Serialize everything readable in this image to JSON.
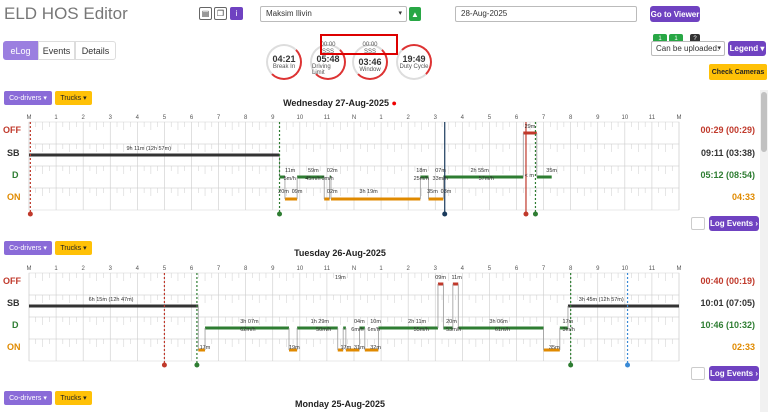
{
  "app_title": "ELD HOS Editor",
  "driver_select": "Maksim Ilivin",
  "date_value": "28-Aug-2025",
  "go_to_viewer": "Go to Viewer",
  "tabs": [
    "eLog",
    "Events",
    "Details"
  ],
  "gauges": [
    {
      "value": "04:21",
      "label": "Break In"
    },
    {
      "value": "05:48",
      "label": "Driving Limit",
      "top": "00:00",
      "sub": "SSS"
    },
    {
      "value": "03:46",
      "label": "Window",
      "top": "00:00",
      "sub": "SSS"
    },
    {
      "value": "19:49",
      "label": "Duty Cycle"
    }
  ],
  "badges": [
    "1",
    "1",
    "?"
  ],
  "can_be_uploaded": "Can be uploaded:",
  "legend_btn": "Legend",
  "check_cameras": "Check Cameras",
  "codrivers_label": "Co-drivers",
  "trucks_label": "Trucks",
  "log_events_label": "Log Events",
  "row_labels": [
    "OFF",
    "SB",
    "D",
    "ON"
  ],
  "hour_labels": [
    "M",
    "1",
    "2",
    "3",
    "4",
    "5",
    "6",
    "7",
    "8",
    "9",
    "10",
    "11",
    "N",
    "1",
    "2",
    "3",
    "4",
    "5",
    "6",
    "7",
    "8",
    "9",
    "10",
    "11",
    "M"
  ],
  "days": [
    {
      "title": "Wednesday 27-Aug-2025",
      "totals": [
        "00:29 (00:29)",
        "09:11 (03:38)",
        "05:12 (08:54)",
        "04:33"
      ],
      "seg_labels": [
        "9h 11m (12h 57m)",
        "11m",
        "59m",
        "02m",
        "5m/h",
        "45m/h",
        "0m/h",
        "20m",
        "09m",
        "02m",
        "3h 19m",
        "18m",
        "07m",
        "25m/h",
        "33m/h",
        "2h 55m",
        "57m/h",
        "35m",
        "35m",
        "03m",
        "29m",
        "< m"
      ]
    },
    {
      "title": "Tuesday 26-Aug-2025",
      "totals": [
        "00:40 (00:19)",
        "10:01 (07:05)",
        "10:46 (10:32)",
        "02:33"
      ],
      "seg_labels": [
        "6h 15m (12h 47m)",
        "3h 07m",
        "62m/h",
        "1h 29m",
        "50m/h",
        "04m",
        "6m/h",
        "10m",
        "6m/h",
        "2h 11m",
        "55m/h",
        "20m",
        "53m/h",
        "3h 06m",
        "61m/h",
        "17m",
        "3m/h",
        "3h 45m (12h 57m)",
        "17m",
        "19m",
        "17m",
        "31m",
        "32m",
        "35m",
        "19m",
        "09m",
        "11m"
      ]
    },
    {
      "title": "Monday 25-Aug-2025"
    }
  ],
  "colors": {
    "off": "#c0392b",
    "sb": "#333333",
    "d": "#2e7d32",
    "on": "#e08a00",
    "purple": "#6f42c1",
    "yellow": "#ffc107"
  }
}
